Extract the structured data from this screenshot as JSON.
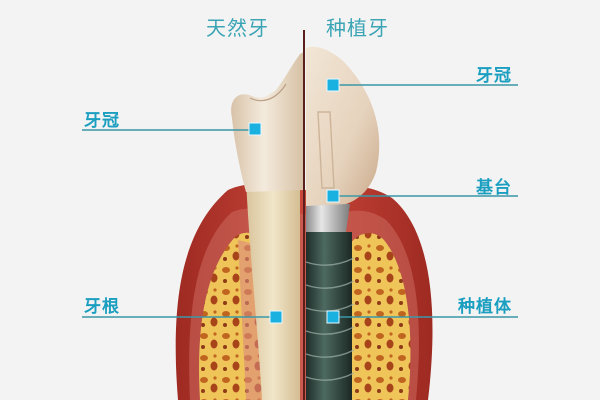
{
  "headers": {
    "left": "天然牙",
    "right": "种植牙"
  },
  "labels": {
    "left_crown": "牙冠",
    "left_root": "牙根",
    "right_crown": "牙冠",
    "right_abutment": "基台",
    "right_implant": "种植体"
  },
  "colors": {
    "background": "#f3f3f3",
    "label": "#1b9fc0",
    "header": "#3ba4b5",
    "leader_line": "#3a98a8",
    "marker": "#1ab0e0",
    "divider": "#5a1f1a",
    "gum": "#b8332a",
    "bone": "#efc55a",
    "tooth": "#efe2cf",
    "implant": "#2f423c",
    "abutment": "#b9b9b9"
  }
}
